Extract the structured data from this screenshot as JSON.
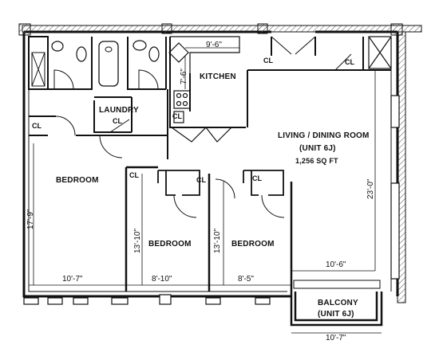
{
  "rooms": {
    "living": "LIVING / DINING ROOM",
    "unit": "(UNIT 6J)",
    "area": "1,256 SQ FT",
    "kitchen": "KITCHEN",
    "laundry": "LAUNDRY",
    "bedroom_1": "BEDROOM",
    "bedroom_2": "BEDROOM",
    "bedroom_3": "BEDROOM",
    "balcony": "BALCONY",
    "balcony_unit": "(UNIT 6J)"
  },
  "closets": {
    "cl_1": "CL",
    "cl_2": "CL",
    "cl_3": "CL",
    "cl_4": "CL",
    "cl_5": "CL",
    "cl_6": "CL",
    "cl_7": "CL",
    "cl_8": "CL"
  },
  "dimensions": {
    "kitchen_width": "9'-6\"",
    "kitchen_depth": "7'-6\"",
    "living_depth": "23'-0\"",
    "living_width": "10'-6\"",
    "bed1_depth": "17'-9\"",
    "bed1_width": "10'-7\"",
    "bed2_depth": "13'-10\"",
    "bed2_width": "8'-10\"",
    "bed3_depth": "13'-10\"",
    "bed3_width": "8'-5\"",
    "balcony_width": "10'-7\""
  },
  "colors": {
    "line": "#111111",
    "hatch": "#555555",
    "background": "#ffffff"
  }
}
